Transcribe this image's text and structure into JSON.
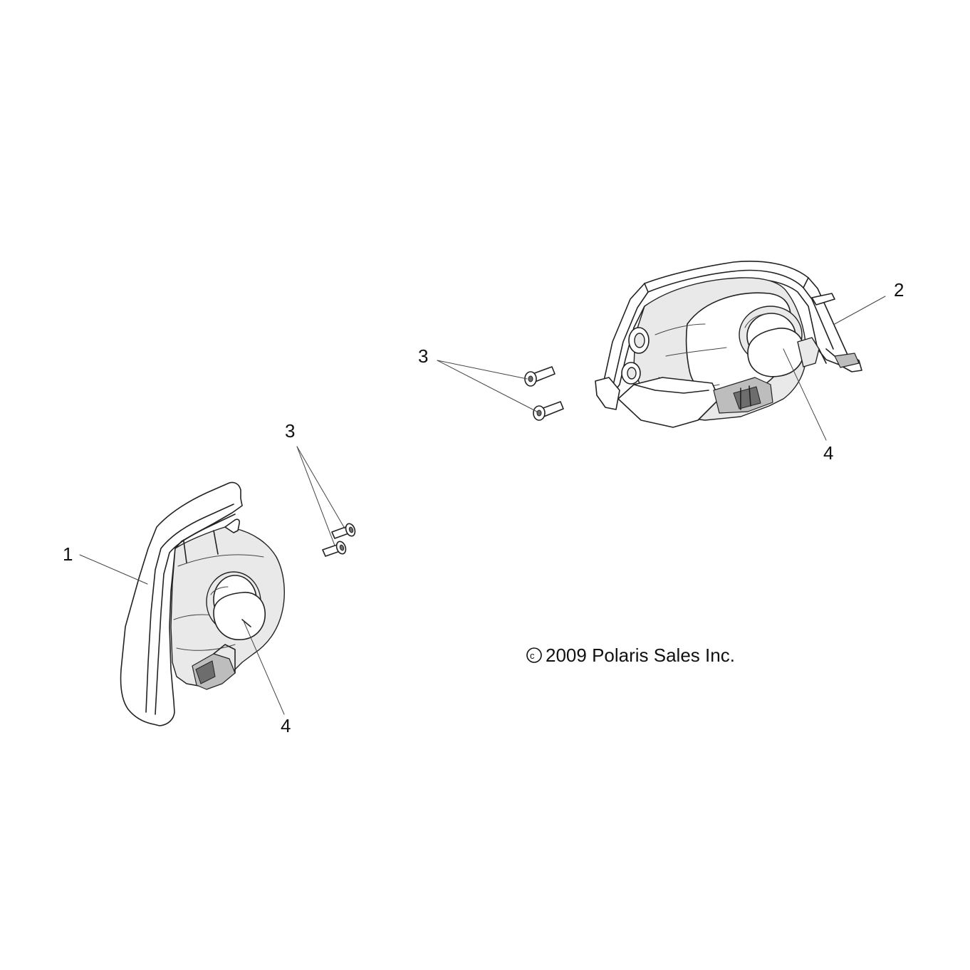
{
  "copyright": {
    "symbol": "©",
    "text": "2009 Polaris Sales Inc."
  },
  "callouts": {
    "part_1": "1",
    "part_2": "2",
    "part_3_left": "3",
    "part_3_right": "3",
    "part_4_left": "4",
    "part_4_right": "4"
  },
  "colors": {
    "line": "#222222",
    "background": "#ffffff"
  }
}
